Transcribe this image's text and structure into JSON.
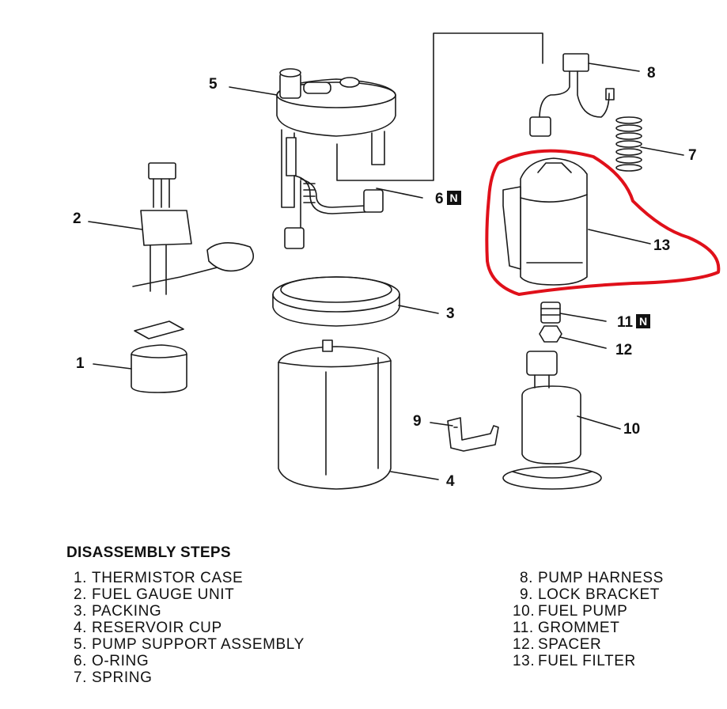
{
  "callouts": {
    "c1": "1",
    "c2": "2",
    "c3": "3",
    "c4": "4",
    "c5": "5",
    "c6": "6",
    "c6_badge": "N",
    "c7": "7",
    "c8": "8",
    "c9": "9",
    "c10": "10",
    "c11": "11",
    "c11_badge": "N",
    "c12": "12",
    "c13": "13"
  },
  "steps": {
    "title": "DISASSEMBLY STEPS",
    "left": [
      {
        "num": "1.",
        "label": "THERMISTOR CASE"
      },
      {
        "num": "2.",
        "label": "FUEL GAUGE UNIT"
      },
      {
        "num": "3.",
        "label": "PACKING"
      },
      {
        "num": "4.",
        "label": "RESERVOIR CUP"
      },
      {
        "num": "5.",
        "label": "PUMP SUPPORT ASSEMBLY"
      },
      {
        "num": "6.",
        "label": "O-RING"
      },
      {
        "num": "7.",
        "label": "SPRING"
      }
    ],
    "right": [
      {
        "num": "8.",
        "label": "PUMP HARNESS"
      },
      {
        "num": "9.",
        "label": "LOCK BRACKET"
      },
      {
        "num": "10.",
        "label": "FUEL PUMP"
      },
      {
        "num": "11.",
        "label": "GROMMET"
      },
      {
        "num": "12.",
        "label": "SPACER"
      },
      {
        "num": "13.",
        "label": "FUEL FILTER"
      }
    ]
  },
  "colors": {
    "line": "#1a1a1a",
    "highlight": "#e0101a"
  }
}
